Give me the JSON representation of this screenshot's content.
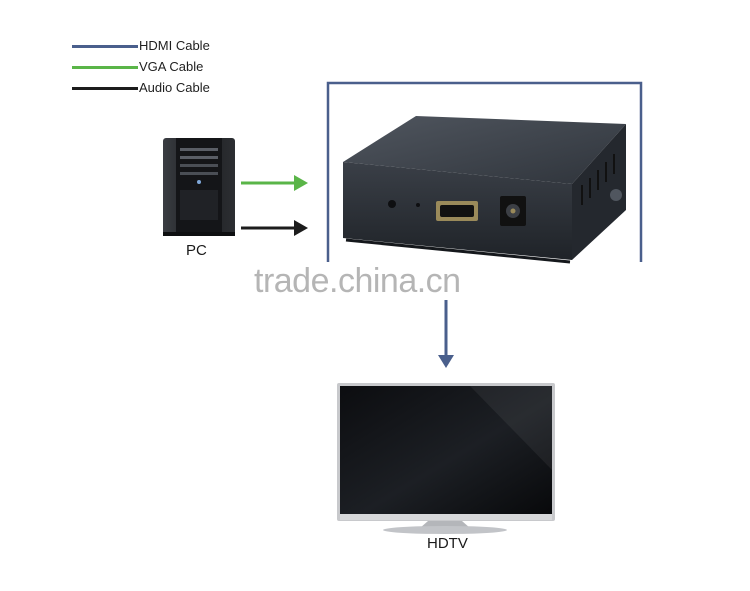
{
  "legend": [
    {
      "label": "HDMI Cable",
      "color": "#4a5f8c"
    },
    {
      "label": "VGA Cable",
      "color": "#5ab548"
    },
    {
      "label": "Audio Cable",
      "color": "#1c1c1c"
    }
  ],
  "nodes": {
    "pc_label": "PC",
    "hdtv_label": "HDTV"
  },
  "watermark": "trade.china.cn",
  "colors": {
    "hdmi": "#4a5f8c",
    "vga": "#5ab548",
    "audio": "#1c1c1c",
    "device_body": "#2b2f36"
  }
}
